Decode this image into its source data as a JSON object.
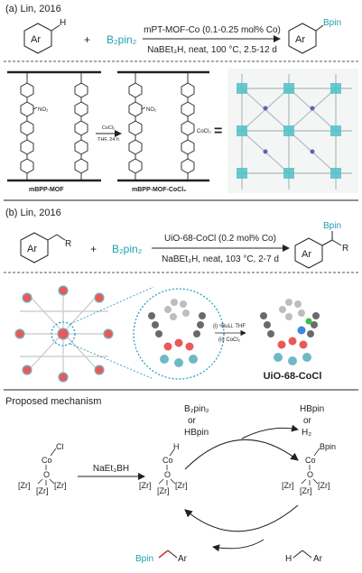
{
  "sectionA": {
    "label": "(a) Lin, 2016",
    "ar": "Ar",
    "h": "H",
    "plus": "+",
    "reagent": "B₂pin₂",
    "catalyst": "mPT-MOF-Co (0.1-0.25 mol% Co)",
    "conditions": "NaBEt₃H, neat, 100 °C, 2.5-12 d",
    "product_ar": "Ar",
    "product_bpin": "Bpin",
    "mof_left_name": "mBPP-MOF",
    "mof_left_no2": "NO₂",
    "mof_mid_name": "mBPP-MOF-CoCl₂",
    "mof_mid_no2": "NO₂",
    "mof_mid_cocl2": "CoCl₂",
    "arrow_top": "CoCl₂",
    "arrow_bottom": "THF, 24 h",
    "equals": "="
  },
  "sectionB": {
    "label": "(b) Lin, 2016",
    "ar": "Ar",
    "r": "R",
    "plus": "+",
    "reagent": "B₂pin₂",
    "catalyst": "UiO-68-CoCl (0.2 mol% Co)",
    "conditions": "NaBEt₃H, neat, 103 °C, 2-7 d",
    "product_ar": "Ar",
    "product_r": "R",
    "product_bpin": "Bpin",
    "step1": "(i) ⁿBuLi, THF",
    "step2": "(ii) CoCl₂",
    "mof_name": "UiO-68-CoCl"
  },
  "mechanism": {
    "title": "Proposed mechanism",
    "reagents_top_left": [
      "B₂pin₂",
      "or",
      "HBpin"
    ],
    "reagents_top_right": [
      "HBpin",
      "or",
      "H₂"
    ],
    "left_cl": "Cl",
    "left_co": "Co",
    "left_o": "O",
    "left_zr_top": "[Zr]",
    "left_zr_left": "[Zr]",
    "left_zr_right": "[Zr]",
    "arrow_label": "NaEt₃BH",
    "mid_h": "H",
    "mid_co": "Co",
    "mid_o": "O",
    "mid_zr_top": "[Zr]",
    "mid_zr_left": "[Zr]",
    "mid_zr_right": "[Zr]",
    "right_bpin": "Bpin",
    "right_co": "Co",
    "right_o": "O",
    "right_zr_top": "[Zr]",
    "right_zr_left": "[Zr]",
    "right_zr_right": "[Zr]",
    "product_bpin": "Bpin",
    "product_ar": "Ar",
    "substrate_h": "H",
    "substrate_ar": "Ar"
  },
  "colors": {
    "teal": "#1f9fb0",
    "red": "#d33333",
    "dark": "#222222"
  }
}
